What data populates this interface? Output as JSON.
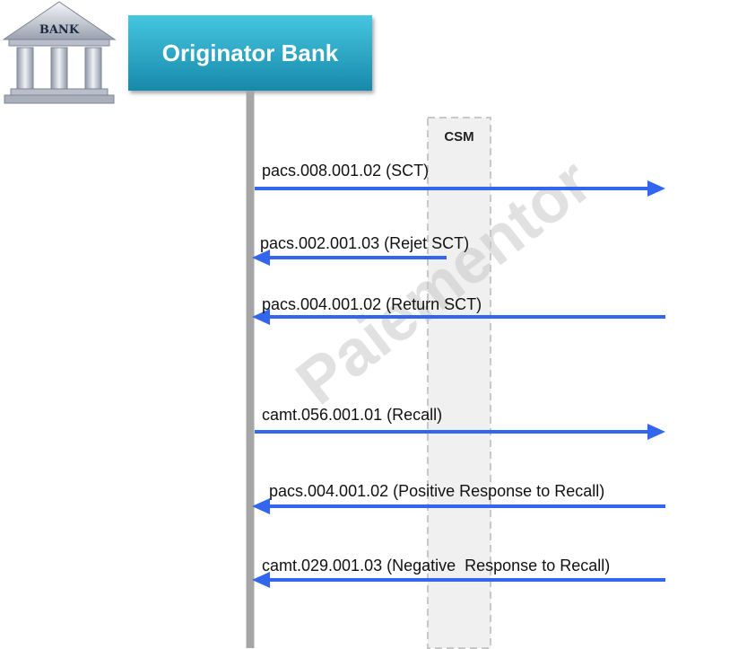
{
  "header": {
    "title": "Originator Bank",
    "icon_label": "BANK"
  },
  "csm": {
    "label": "CSM"
  },
  "watermark": "Paiementor",
  "messages": [
    {
      "label": "pacs.008.001.02 (SCT)",
      "direction": "outgoing",
      "from": "originator-bank",
      "to": "beyond-csm"
    },
    {
      "label": "pacs.002.001.03 (Rejet SCT)",
      "direction": "incoming",
      "from": "csm",
      "to": "originator-bank"
    },
    {
      "label": "pacs.004.001.02 (Return SCT)",
      "direction": "incoming",
      "from": "beyond-csm",
      "to": "originator-bank"
    },
    {
      "label": "camt.056.001.01 (Recall)",
      "direction": "outgoing",
      "from": "originator-bank",
      "to": "beyond-csm"
    },
    {
      "label": "pacs.004.001.02 (Positive Response to Recall)",
      "direction": "incoming",
      "from": "beyond-csm",
      "to": "originator-bank"
    },
    {
      "label": "camt.029.001.03 (Negative  Response to Recall)",
      "direction": "incoming",
      "from": "beyond-csm",
      "to": "originator-bank"
    }
  ],
  "colors": {
    "arrow": "#3366ee",
    "lifeline": "#a6a6a6",
    "header_box_top": "#3ec0dc",
    "header_box_bottom": "#1a8fb0",
    "csm_fill": "#f0f0f0",
    "csm_border": "#c8c8c8"
  }
}
